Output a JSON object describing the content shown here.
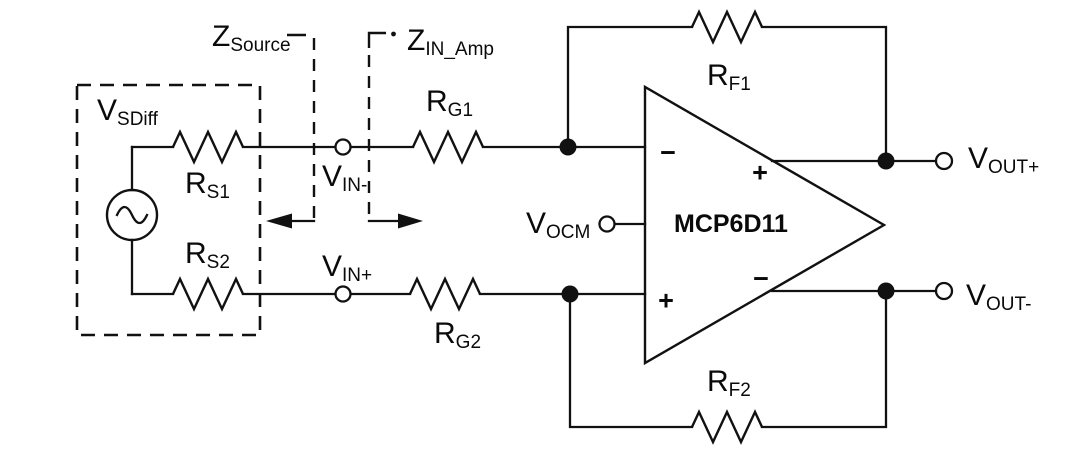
{
  "colors": {
    "line": "#111111",
    "text": "#0a0a0a",
    "background": "#ffffff"
  },
  "diagram": {
    "impedance_markers": {
      "z_source": {
        "main": "Z",
        "sub": "Source"
      },
      "z_in_amp": {
        "main": "Z",
        "sub": "IN_Amp"
      }
    },
    "source_block": {
      "v_sdiff": {
        "main": "V",
        "sub": "SDiff"
      },
      "r_s1": {
        "main": "R",
        "sub": "S1"
      },
      "r_s2": {
        "main": "R",
        "sub": "S2"
      }
    },
    "inputs": {
      "v_in_minus": {
        "main": "V",
        "sub": "IN-"
      },
      "v_in_plus": {
        "main": "V",
        "sub": "IN+"
      }
    },
    "gain_resistors": {
      "r_g1": {
        "main": "R",
        "sub": "G1"
      },
      "r_g2": {
        "main": "R",
        "sub": "G2"
      }
    },
    "feedback_resistors": {
      "r_f1": {
        "main": "R",
        "sub": "F1"
      },
      "r_f2": {
        "main": "R",
        "sub": "F2"
      }
    },
    "amplifier": {
      "part_number": "MCP6D11",
      "pin_in_minus": "−",
      "pin_in_plus": "+",
      "pin_out_plus": "+",
      "pin_out_minus": "−",
      "v_ocm": {
        "main": "V",
        "sub": "OCM"
      }
    },
    "outputs": {
      "v_out_plus": {
        "main": "V",
        "sub": "OUT+"
      },
      "v_out_minus": {
        "main": "V",
        "sub": "OUT-"
      }
    }
  }
}
